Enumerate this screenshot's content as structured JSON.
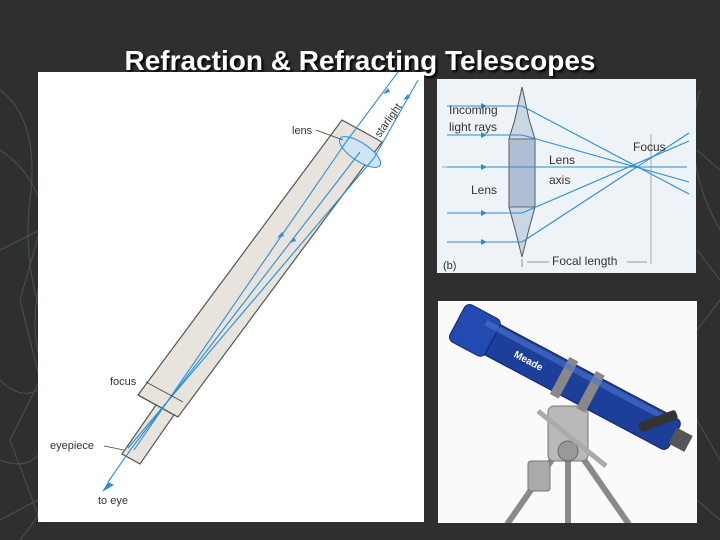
{
  "slide": {
    "title": "Refraction & Refracting Telescopes"
  },
  "telescope_diagram": {
    "lens_label": "lens",
    "starlight_label": "starlight",
    "focus_label": "focus",
    "eyepiece_label": "eyepiece",
    "to_eye_label": "to eye"
  },
  "lens_diagram": {
    "incoming_label_line1": "Incoming",
    "incoming_label_line2": "light rays",
    "lens_label": "Lens",
    "lens_axis_line1": "Lens",
    "lens_axis_line2": "axis",
    "focus_label": "Focus",
    "focal_length_label": "Focal length",
    "panel_tag": "(b)"
  },
  "photo": {
    "brand_label": "Meade"
  },
  "colors": {
    "background": "#2f2f2f",
    "ray_blue": "#2a8fd6",
    "tube_fill": "#e8e3dc",
    "telescope_blue": "#1d3f9a"
  }
}
